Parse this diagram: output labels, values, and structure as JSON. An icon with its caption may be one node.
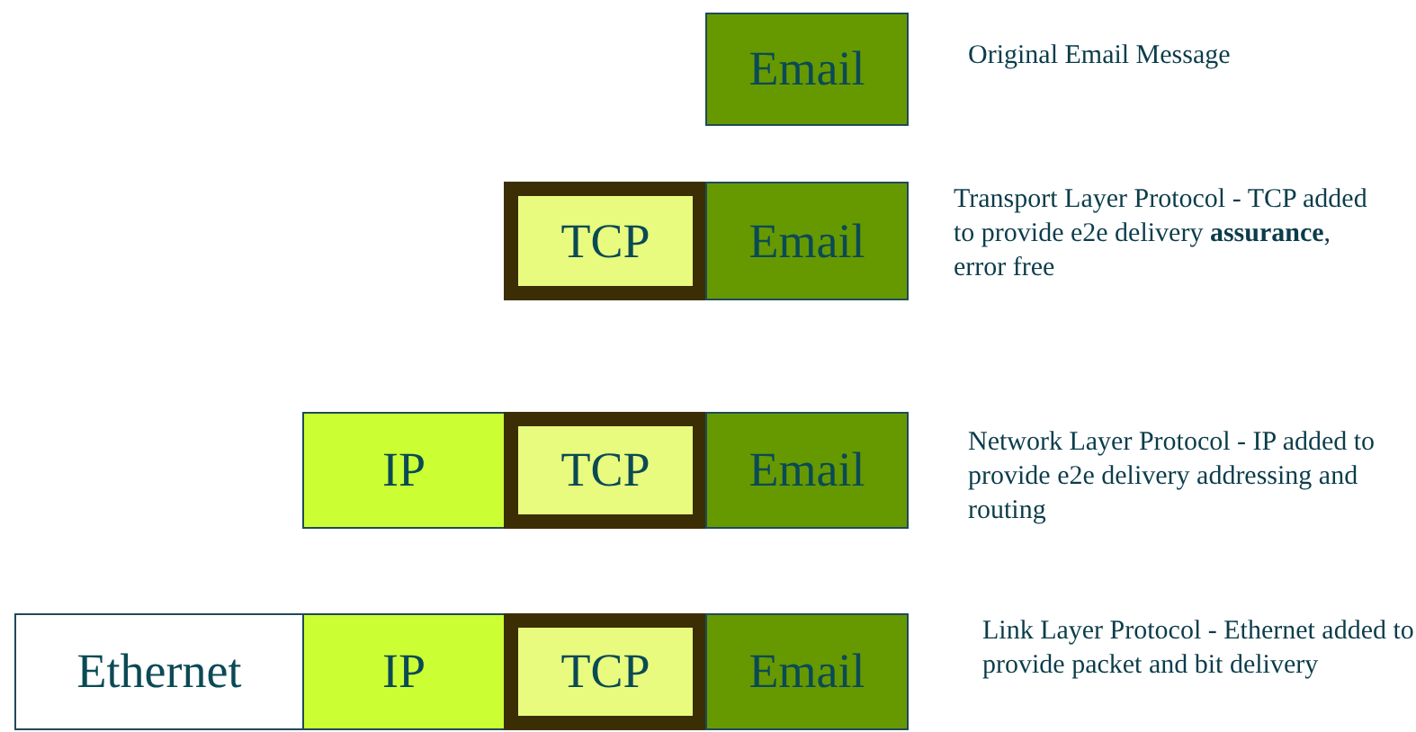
{
  "diagram": {
    "nodes": [
      {
        "text": [
          "Email"
        ]
      },
      {
        "text": [
          "TCP"
        ]
      },
      {
        "text": [
          "Email"
        ]
      },
      {
        "text": [
          "IP"
        ]
      },
      {
        "text": [
          "TCP"
        ]
      },
      {
        "text": [
          "Email"
        ]
      },
      {
        "text": [
          "Ethernet"
        ]
      },
      {
        "text": [
          "IP"
        ]
      },
      {
        "text": [
          "TCP"
        ]
      },
      {
        "text": [
          "Email"
        ]
      }
    ],
    "labels": [
      "Original Email Message",
      "Transport Layer Protocol - TCP added to provide e2e delivery **assurance**, error free",
      "Network Layer Protocol - IP added to provide e2e delivery addressing and routing",
      "Link Layer Protocol - Ethernet added to provide packet and bit delivery"
    ]
  }
}
